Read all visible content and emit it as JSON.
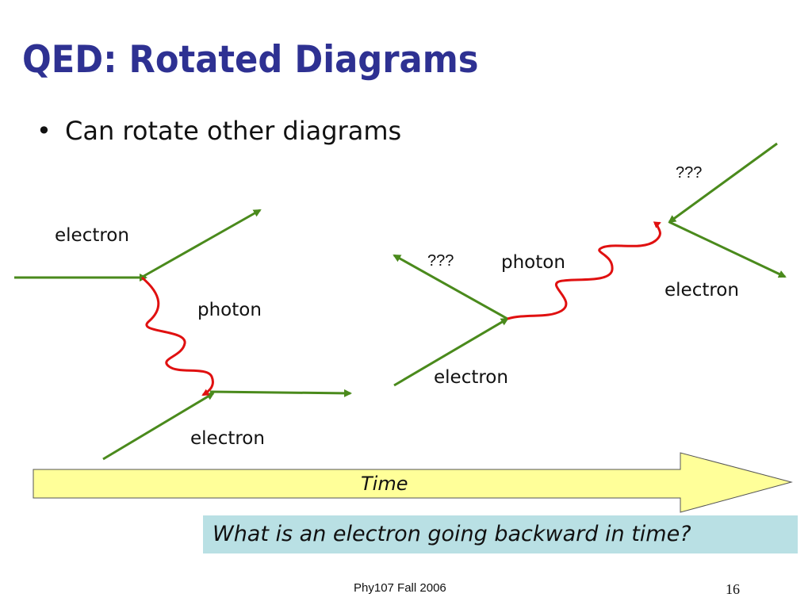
{
  "slide": {
    "title": "QED: Rotated Diagrams",
    "bullet": "Can rotate other diagrams"
  },
  "left_diagram": {
    "label_electron_top": "electron",
    "label_photon": "photon",
    "label_electron_bottom": "electron"
  },
  "right_diagram": {
    "label_question_top": "???",
    "label_question_left": "???",
    "label_photon": "photon",
    "label_electron_right": "electron",
    "label_electron_bottom": "electron"
  },
  "time_arrow": {
    "label": "Time"
  },
  "question_box": {
    "text": "What is an electron going backward in time?"
  },
  "footer": {
    "course": "Phy107 Fall 2006",
    "page_number": "16"
  },
  "colors": {
    "title": "#2e3192",
    "electron_line": "#4a8a1c",
    "photon_line": "#e01010",
    "time_arrow_fill": "#ffff99",
    "question_box_fill": "#b9e0e4"
  }
}
